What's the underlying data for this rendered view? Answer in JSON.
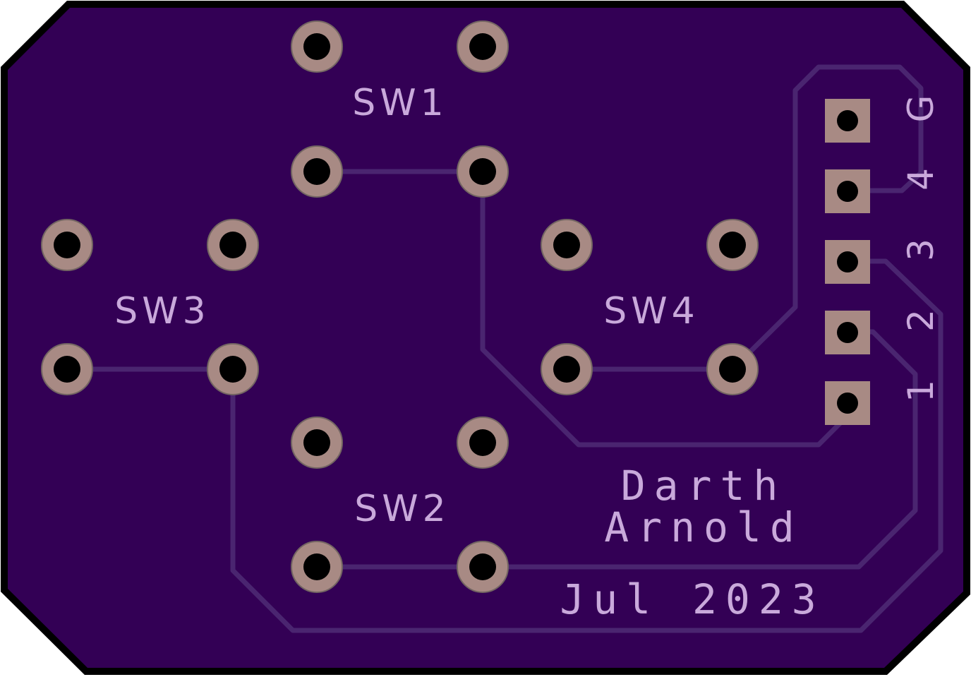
{
  "board": {
    "labels": {
      "sw1": "SW1",
      "sw2": "SW2",
      "sw3": "SW3",
      "sw4": "SW4",
      "name_line1": "Darth",
      "name_line2": "Arnold",
      "date": "Jul 2023"
    },
    "header_pins": [
      "1",
      "2",
      "3",
      "4",
      "G"
    ],
    "colors": {
      "board": "#330055",
      "outline": "#000000",
      "trace": "#4a2570",
      "pad": "#a88a84",
      "drill": "#000000",
      "silkscreen": "#c9a9db"
    }
  }
}
